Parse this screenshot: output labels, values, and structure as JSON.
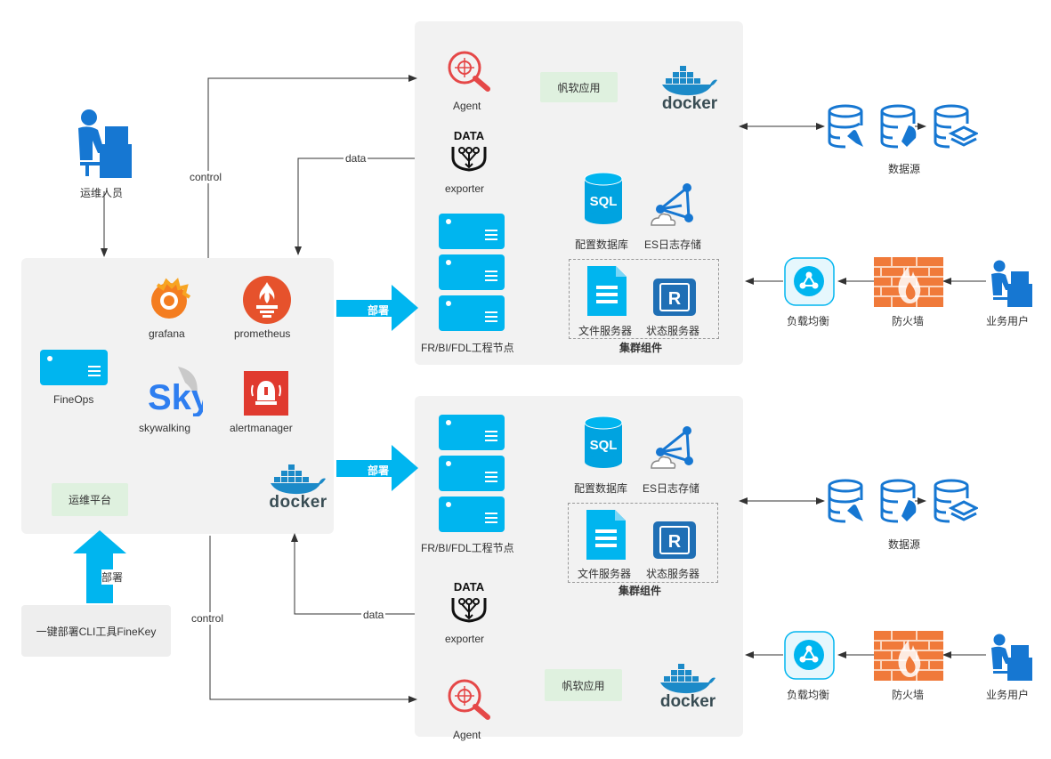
{
  "ops_user": "运维人员",
  "platform": {
    "fineops": "FineOps",
    "grafana": "grafana",
    "prometheus": "prometheus",
    "skywalking": "skywalking",
    "alertmanager": "alertmanager",
    "tag": "运维平台",
    "docker": "docker"
  },
  "tool_label": "一键部署CLI工具FineKey",
  "deploy": "部署",
  "control": "control",
  "data": "data",
  "cluster_top": {
    "agent": "Agent",
    "app": "帆软应用",
    "docker": "docker",
    "exporter": "exporter",
    "data_icon": "DATA",
    "config_db": "配置数据库",
    "es": "ES日志存储",
    "file_server": "文件服务器",
    "state_server": "状态服务器",
    "cluster": "集群组件",
    "nodes": "FR/BI/FDL工程节点",
    "sql": "SQL"
  },
  "cluster_bottom": {
    "agent": "Agent",
    "app": "帆软应用",
    "docker": "docker",
    "exporter": "exporter",
    "data_icon": "DATA",
    "config_db": "配置数据库",
    "es": "ES日志存储",
    "file_server": "文件服务器",
    "state_server": "状态服务器",
    "cluster": "集群组件",
    "nodes": "FR/BI/FDL工程节点",
    "sql": "SQL"
  },
  "right_top": {
    "datasource": "数据源",
    "lb": "负载均衡",
    "firewall": "防火墙",
    "users": "业务用户"
  },
  "right_bottom": {
    "datasource": "数据源",
    "lb": "负载均衡",
    "firewall": "防火墙",
    "users": "业务用户"
  },
  "colors": {
    "cyan": "#00b5ef",
    "blue": "#1677d2",
    "red": "#e54848",
    "orange": "#f07a3a",
    "panel": "#f2f2f2",
    "tag": "#dff1df"
  }
}
